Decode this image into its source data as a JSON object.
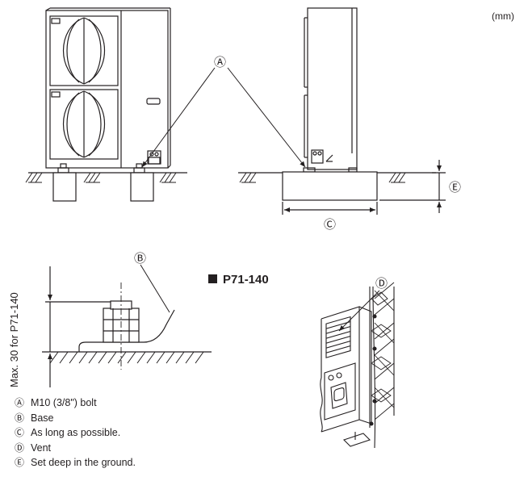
{
  "units": "(mm)",
  "callouts": {
    "a": "Ⓐ",
    "b": "Ⓑ",
    "c": "Ⓒ",
    "d": "Ⓓ",
    "e": "Ⓔ"
  },
  "detail": {
    "heading": "P71-140",
    "vertical_label": "Max. 30 for P71-140"
  },
  "legend": [
    {
      "mark": "Ⓐ",
      "text": "M10 (3/8\") bolt"
    },
    {
      "mark": "Ⓑ",
      "text": "Base"
    },
    {
      "mark": "Ⓒ",
      "text": "As long as possible."
    },
    {
      "mark": "Ⓓ",
      "text": "Vent"
    },
    {
      "mark": "Ⓔ",
      "text": "Set deep in the ground."
    }
  ]
}
